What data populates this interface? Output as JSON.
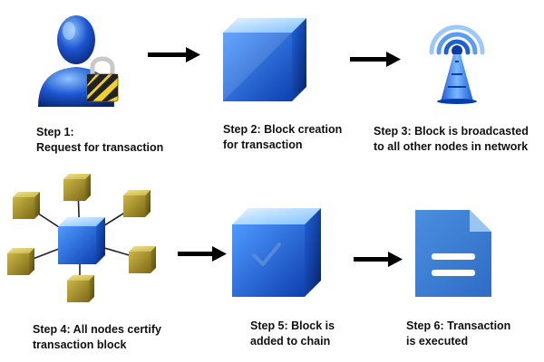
{
  "steps": [
    {
      "id": 1,
      "line1": "Step 1:",
      "line2": "Request for transaction",
      "icon": "user-lock-icon"
    },
    {
      "id": 2,
      "line1": "Step 2: Block creation",
      "line2": "for transaction",
      "icon": "blue-cube-icon"
    },
    {
      "id": 3,
      "line1": "Step 3: Block is broadcasted",
      "line2": "to all other nodes in network",
      "icon": "broadcast-tower-icon"
    },
    {
      "id": 4,
      "line1": "Step 4: All nodes certify",
      "line2": "transaction block",
      "icon": "network-nodes-icon"
    },
    {
      "id": 5,
      "line1": "Step 5: Block is",
      "line2": "added to chain",
      "icon": "cube-check-icon"
    },
    {
      "id": 6,
      "line1": "Step 6: Transaction",
      "line2": "is executed",
      "icon": "document-icon"
    }
  ],
  "colors": {
    "blue_dark": "#0b2e8c",
    "blue_mid": "#1f5fd6",
    "blue_light": "#6fb4ff",
    "gold": "#b8a030",
    "gold_dark": "#6e5e14",
    "doc_blue": "#3b7fd4",
    "arrow": "#000000"
  }
}
